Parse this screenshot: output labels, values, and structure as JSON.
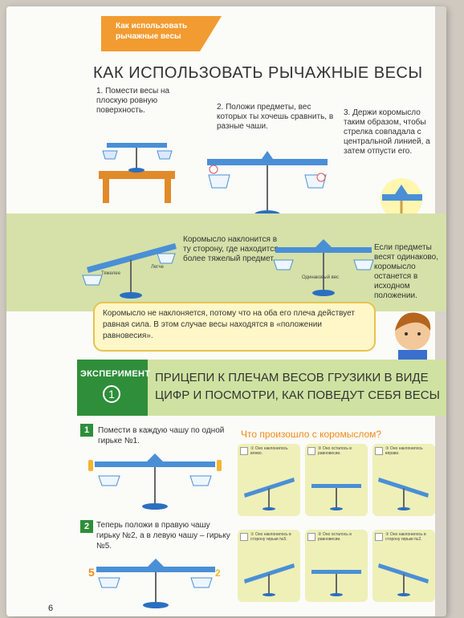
{
  "tag": {
    "line1": "Как использовать",
    "line2": "рычажные весы"
  },
  "title": "КАК ИСПОЛЬЗОВАТЬ РЫЧАЖНЫЕ ВЕСЫ",
  "steps": [
    "1. Помести весы на плоскую ровную поверхность.",
    "2. Положи предметы, вес которых ты хочешь сравнить, в разные чаши.",
    "3. Держи коромысло таким образом, чтобы стрелка совпадала с центральной линией, а затем отпусти его."
  ],
  "band": {
    "left_text": "Коромысло наклонится в ту сторону, где находится более тяжелый предмет.",
    "right_text": "Если предметы весят одинаково, коромысло останется в исходном положении.",
    "heavy": "Тяжелее",
    "light": "Легче",
    "same": "Одинаковый вес"
  },
  "bubble": "Коромысло не наклоняется, потому что на оба его плеча действует равная сила. В этом случае весы находятся в «положении равновесия».",
  "experiment": {
    "label": "ЭКСПЕРИМЕНТ",
    "number": "1",
    "title": "ПРИЦЕПИ К ПЛЕЧАМ ВЕСОВ ГРУЗИКИ В ВИДЕ ЦИФР И ПОСМОТРИ, КАК ПОВЕДУТ СЕБЯ ВЕСЫ"
  },
  "tasks": [
    {
      "num": "1",
      "text": "Помести в каждую чашу по одной гирьке №1."
    },
    {
      "num": "2",
      "text": "Теперь положи в правую чашу гирьку №2, а в левую чашу – гирьку №5."
    }
  ],
  "question": "Что произошло с коромыслом?",
  "options_row1": [
    "① Оно наклонилось влево.",
    "② Оно осталось в равновесии.",
    "③ Оно наклонилось вправо."
  ],
  "options_row2": [
    "① Оно наклонилось в сторону гирьки №5.",
    "② Оно осталось в равновесии.",
    "③ Оно наклонилось в сторону гирьки №2."
  ],
  "weights": {
    "left": "5",
    "right": "2"
  },
  "page_number": "6",
  "colors": {
    "accent": "#f29b30",
    "green": "#2f8e3a",
    "beam": "#4a8fd6"
  }
}
